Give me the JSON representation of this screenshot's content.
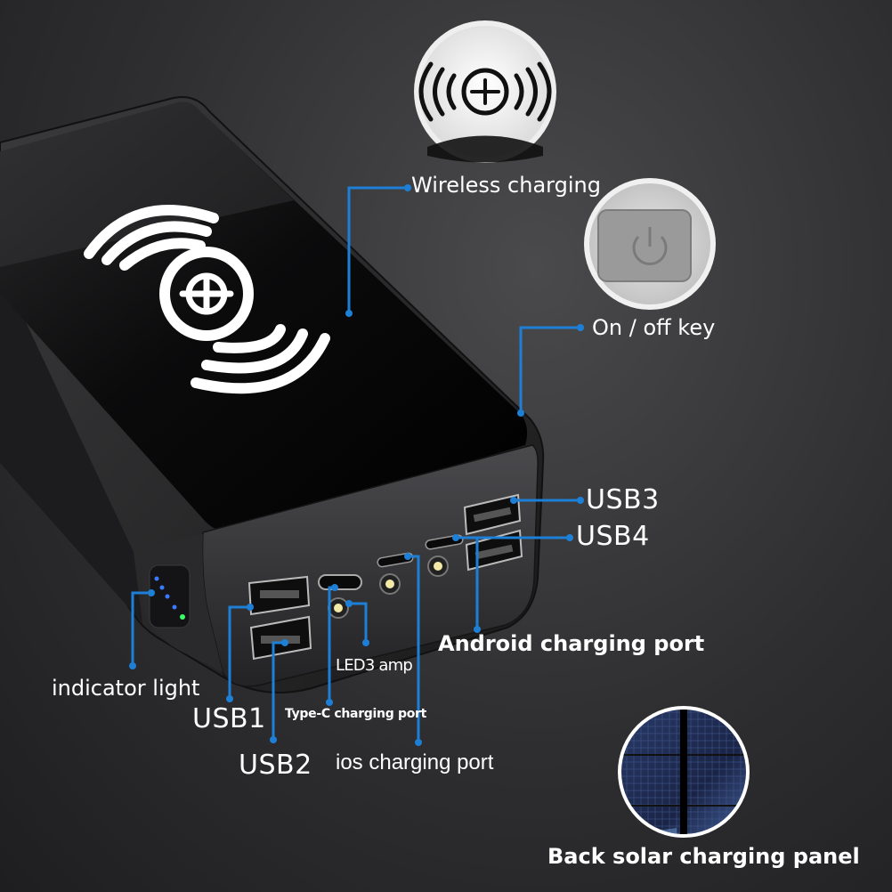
{
  "labels": {
    "wireless_charging": "Wireless charging",
    "on_off_key": "On / off key",
    "usb3": "USB3",
    "usb4": "USB4",
    "android_port": "Android charging port",
    "led_lamp": "LED3 amp",
    "indicator_light": "indicator light",
    "usb1": "USB1",
    "type_c_port": "Type-C charging port",
    "usb2": "USB2",
    "ios_port": "ios charging port",
    "solar_panel": "Back solar charging panel"
  },
  "colors": {
    "callout_line": "#1e7fd6",
    "background": "#2e2e30",
    "label_text": "#ffffff"
  },
  "icons": [
    "qi-wireless-icon",
    "power-icon",
    "solar-panel-icon"
  ]
}
